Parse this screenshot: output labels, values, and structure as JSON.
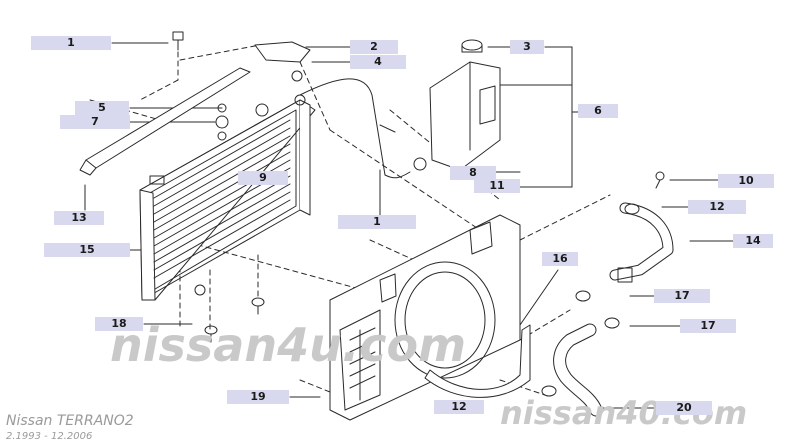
{
  "model": {
    "name": "Nissan TERRANO2",
    "years": "2.1993 - 12.2006"
  },
  "watermark": {
    "center": "nissan4u.com",
    "corner": "nissan40.com"
  },
  "colors": {
    "label_bg": "#d8d8ee",
    "line": "#2a2a2a",
    "watermark": "#c9c9c9"
  },
  "callouts": [
    {
      "id": "1a",
      "text": "1"
    },
    {
      "id": "2",
      "text": "2"
    },
    {
      "id": "3",
      "text": "3"
    },
    {
      "id": "4",
      "text": "4"
    },
    {
      "id": "5",
      "text": "5"
    },
    {
      "id": "7",
      "text": "7"
    },
    {
      "id": "6",
      "text": "6"
    },
    {
      "id": "9",
      "text": "9"
    },
    {
      "id": "8",
      "text": "8"
    },
    {
      "id": "11",
      "text": "11"
    },
    {
      "id": "10",
      "text": "10"
    },
    {
      "id": "12a",
      "text": "12"
    },
    {
      "id": "13",
      "text": "13"
    },
    {
      "id": "1b",
      "text": "1"
    },
    {
      "id": "14",
      "text": "14"
    },
    {
      "id": "15",
      "text": "15"
    },
    {
      "id": "16",
      "text": "16"
    },
    {
      "id": "17a",
      "text": "17"
    },
    {
      "id": "18",
      "text": "18"
    },
    {
      "id": "17b",
      "text": "17"
    },
    {
      "id": "19",
      "text": "19"
    },
    {
      "id": "12b",
      "text": "12"
    },
    {
      "id": "20",
      "text": "20"
    }
  ]
}
